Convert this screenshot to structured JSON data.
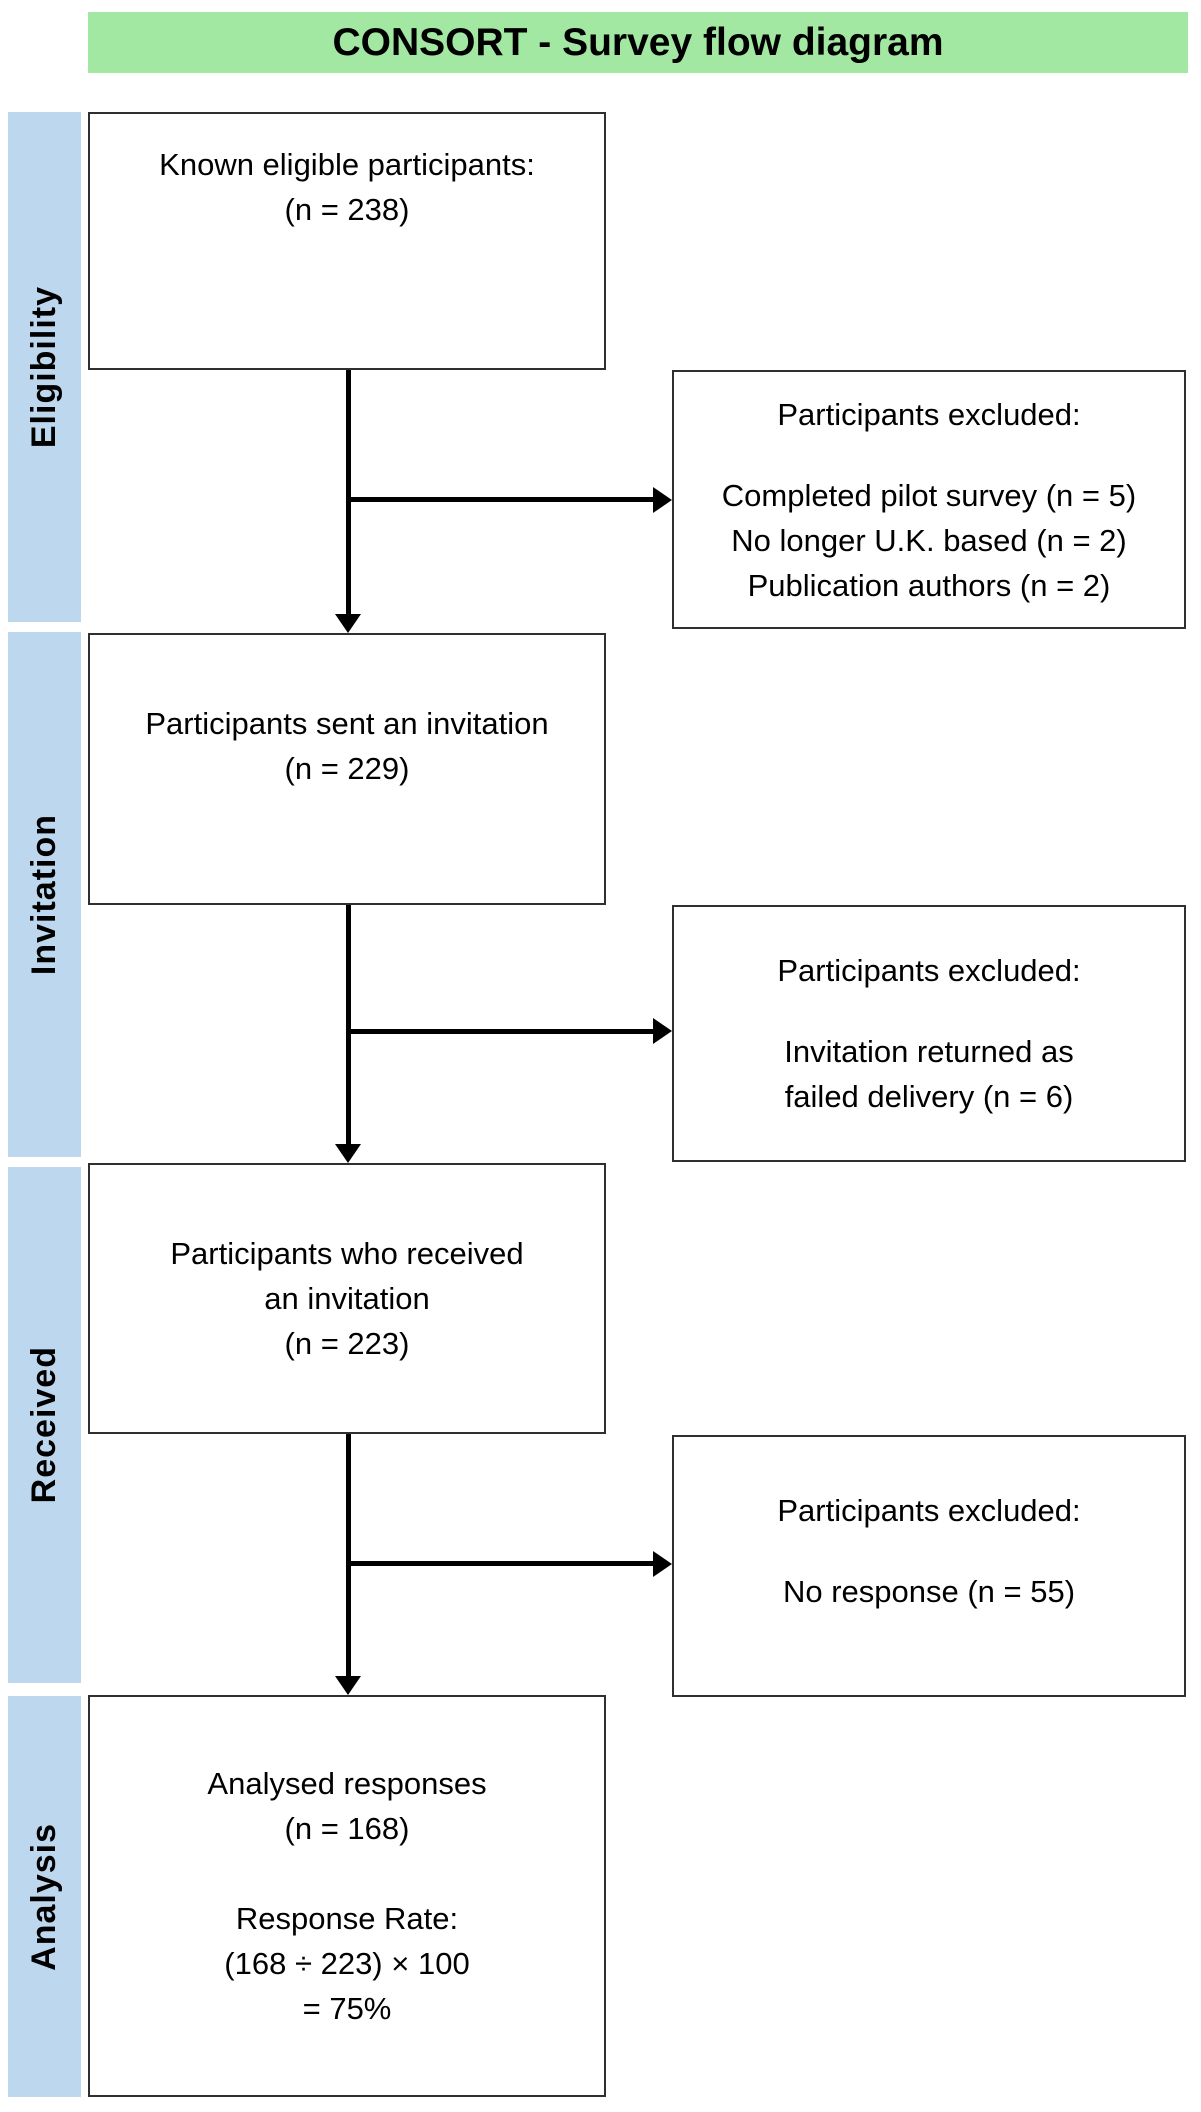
{
  "header": {
    "title": "CONSORT - Survey flow diagram"
  },
  "sidebar": {
    "sections": [
      {
        "label": "Eligibility"
      },
      {
        "label": "Invitation"
      },
      {
        "label": "Received"
      },
      {
        "label": "Analysis"
      }
    ]
  },
  "flow": {
    "main_boxes": [
      {
        "lines": [
          "Known eligible participants:",
          "(n = 238)"
        ]
      },
      {
        "lines": [
          "Participants sent an invitation",
          "(n = 229)"
        ]
      },
      {
        "lines": [
          "Participants who received",
          "an invitation",
          "(n = 223)"
        ]
      },
      {
        "lines": [
          "Analysed responses",
          "(n = 168)"
        ],
        "extra_lines": [
          "Response Rate:",
          "(168 ÷ 223) × 100",
          "= 75%"
        ]
      }
    ],
    "exclusion_boxes": [
      {
        "heading": "Participants excluded:",
        "lines": [
          "Completed pilot survey (n = 5)",
          "No longer U.K. based (n = 2)",
          "Publication authors (n = 2)"
        ]
      },
      {
        "heading": "Participants excluded:",
        "lines": [
          "Invitation returned as",
          "failed delivery (n = 6)"
        ]
      },
      {
        "heading": "Participants excluded:",
        "lines": [
          "No response (n = 55)"
        ]
      }
    ]
  },
  "colors": {
    "header_bg": "#a2e7a2",
    "sidebar_bg": "#bdd7ee",
    "box_border": "#2f2f2f",
    "arrow": "#000000",
    "text": "#000000",
    "background": "#ffffff"
  }
}
